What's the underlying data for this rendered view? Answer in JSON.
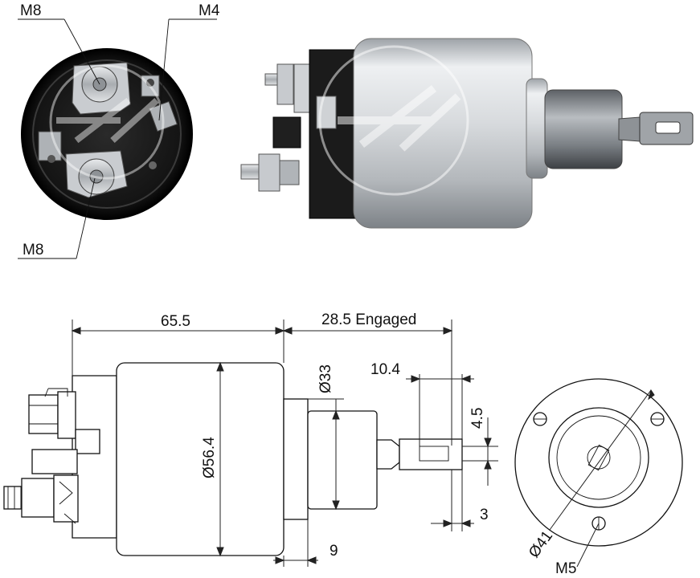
{
  "photo_callouts": {
    "m8_top": "M8",
    "m4": "M4",
    "m8_bottom": "M8"
  },
  "drawing": {
    "length_body": "65.5",
    "engaged_travel": "28.5 Engaged",
    "plunger_diameter": "Ø33",
    "body_diameter": "Ø56.4",
    "eye_offset": "10.4",
    "eye_width": "4.5",
    "flange_length": "9",
    "eye_thickness": "3",
    "mount_circle": "Ø41",
    "mount_thread": "M5"
  },
  "colors": {
    "line": "#111111",
    "housing_light": "#e6e8ea",
    "housing_dark": "#8a8f94",
    "bakelite": "#1b1b1b",
    "copper": "#b8bcc0"
  },
  "watermark": "ZM-logo"
}
